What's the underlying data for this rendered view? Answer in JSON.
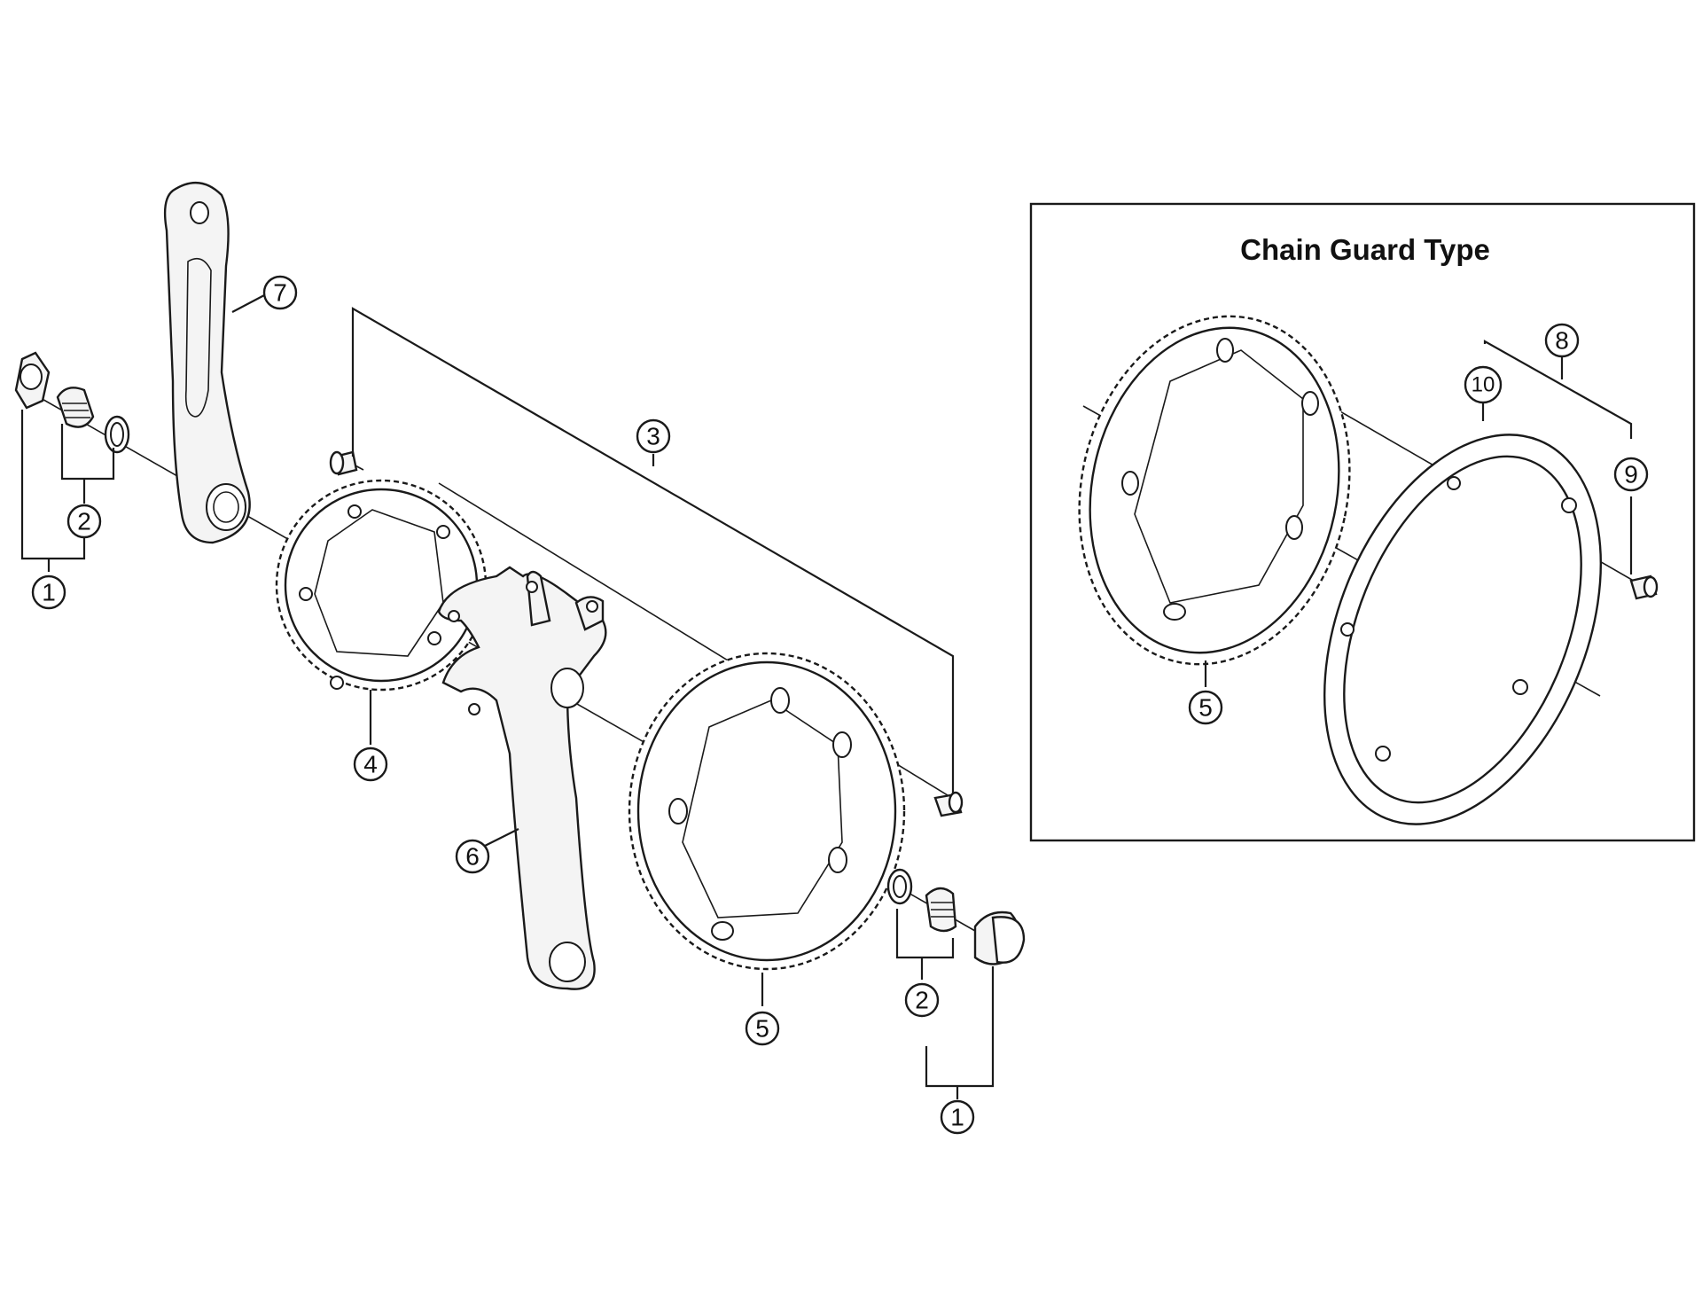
{
  "inset": {
    "title": "Chain Guard Type"
  },
  "callouts": {
    "c1": "1",
    "c2": "2",
    "c3": "3",
    "c4": "4",
    "c5": "5",
    "c6": "6",
    "c7": "7",
    "c8": "8",
    "c9": "9",
    "c10": "10"
  }
}
